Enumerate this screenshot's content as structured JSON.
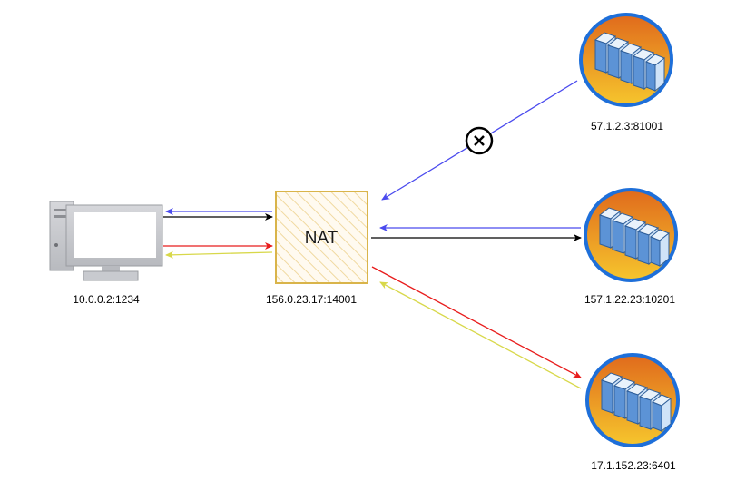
{
  "nat": {
    "label": "NAT",
    "address": "156.0.23.17:14001"
  },
  "client": {
    "address": "10.0.0.2:1234"
  },
  "servers": [
    {
      "address": "57.1.2.3:81001",
      "status": "blocked"
    },
    {
      "address": "157.1.22.23:10201"
    },
    {
      "address": "17.1.152.23:6401"
    }
  ],
  "colors": {
    "blue": "#4a4aee",
    "black": "#000000",
    "red": "#e81c1c",
    "yellow": "#d8d84a",
    "nat_border": "#d9b44a",
    "nat_hatch": "#f0d9a0",
    "server_ring": "#1e6fd9",
    "server_fill_top": "#e06a1c",
    "server_fill_bottom": "#f6c62d"
  },
  "icons": {
    "client": "computer-icon",
    "server": "server-rack-icon",
    "blocked": "blocked-circle-x-icon"
  }
}
